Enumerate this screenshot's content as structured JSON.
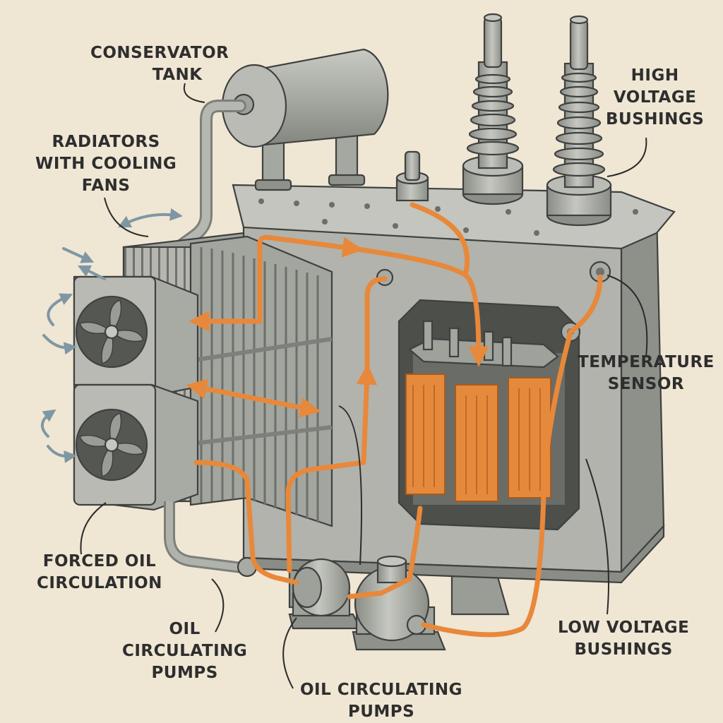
{
  "labels": {
    "conservator": [
      "CONSERVATOR",
      "TANK"
    ],
    "radiators": [
      "RADIATORS",
      "WITH COOLING",
      "FANS"
    ],
    "hv_bushings": [
      "HIGH",
      "VOLTAGE",
      "BUSHINGS"
    ],
    "temperature_sensor": [
      "TEMPERATURE",
      "SENSOR"
    ],
    "forced_oil": [
      "FORCED OIL",
      "CIRCULATION"
    ],
    "oil_pumps_left": [
      "OIL",
      "CIRCULATING",
      "PUMPS"
    ],
    "oil_pumps_bottom": [
      "OIL CIRCULATING",
      "PUMPS"
    ],
    "lv_bushings": [
      "LOW VOLTAGE",
      "BUSHINGS"
    ]
  },
  "colors": {
    "background": "#efe6d4",
    "oil_flow": "#e8883a",
    "metal": "#a9aca5",
    "metal_dark": "#7d807a",
    "airflow": "#7f97a3",
    "core_windings": "#e58a3c"
  },
  "icons": [
    "fan-icon",
    "airflow-arrow-icon",
    "oil-flow-arrow-icon"
  ]
}
